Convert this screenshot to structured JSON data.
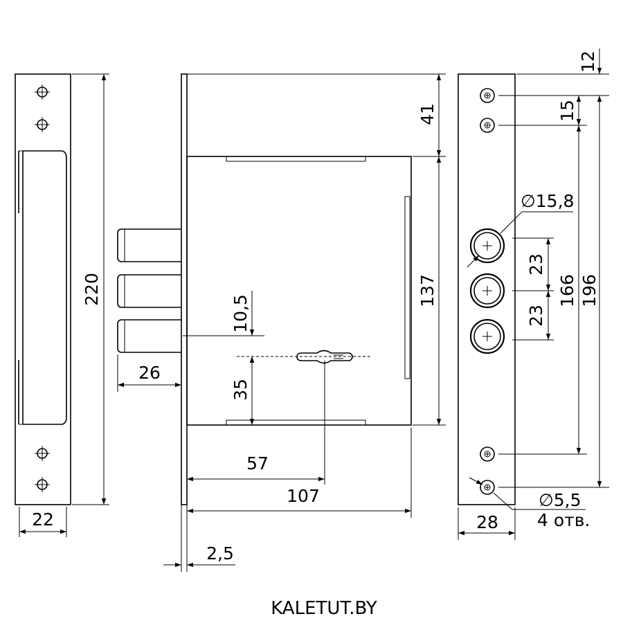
{
  "dimensions": {
    "strike_height": "220",
    "strike_width": "22",
    "bolt_projection": "26",
    "top_offset": "41",
    "case_height": "137",
    "keyhole_offset_up": "10,5",
    "keyhole_offset_down": "35",
    "backset": "57",
    "case_depth": "107",
    "faceplate_thickness": "2,5",
    "faceplate_top": "12",
    "screw_spacing": "15",
    "bolt_diameter": "∅15,8",
    "bolt_pitch_1": "23",
    "bolt_pitch_2": "23",
    "screw_span_inner": "166",
    "screw_span_outer": "196",
    "screw_hole_diameter": "∅5,5",
    "screw_hole_count": "4 отв.",
    "faceplate_width": "28"
  },
  "footer": {
    "brand": "KALETUT.BY"
  }
}
